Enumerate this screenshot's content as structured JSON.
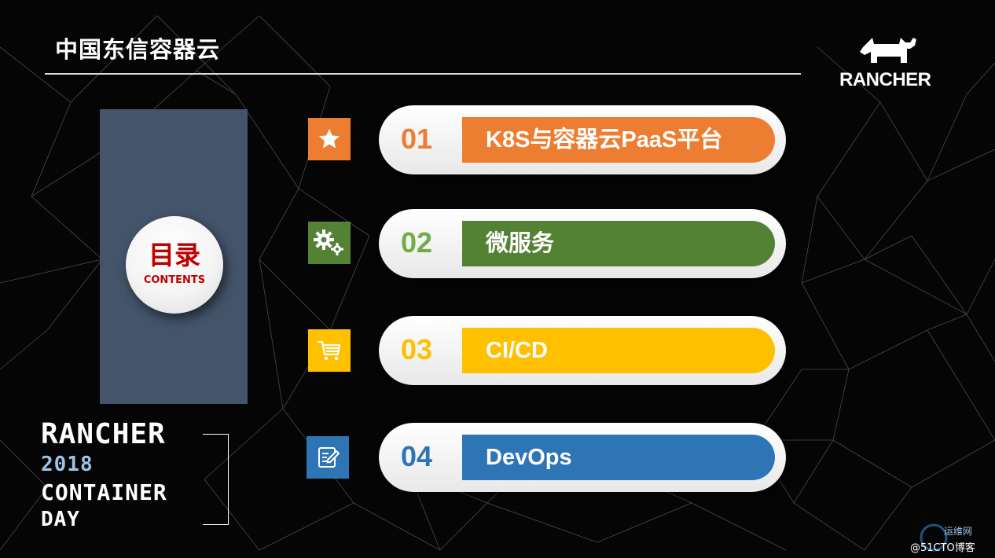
{
  "slide": {
    "title": "中国东信容器云",
    "logo_text": "RANCHER"
  },
  "toc_badge": {
    "main": "目录",
    "sub": "CONTENTS"
  },
  "event": {
    "line1": "RANCHER",
    "line2": "2018",
    "line3": "CONTAINER",
    "line4": "DAY"
  },
  "items": [
    {
      "num": "01",
      "label": "K8S与容器云PaaS平台",
      "color": "#ed7d31",
      "icon": "star-icon"
    },
    {
      "num": "02",
      "label": "微服务",
      "color": "#548235",
      "icon": "gears-icon"
    },
    {
      "num": "03",
      "label": "CI/CD",
      "color": "#ffc000",
      "icon": "cart-icon"
    },
    {
      "num": "04",
      "label": "DevOps",
      "color": "#2e75b6",
      "icon": "edit-icon"
    }
  ],
  "watermark": {
    "top": "运维网",
    "bottom": "@51CTO博客"
  }
}
